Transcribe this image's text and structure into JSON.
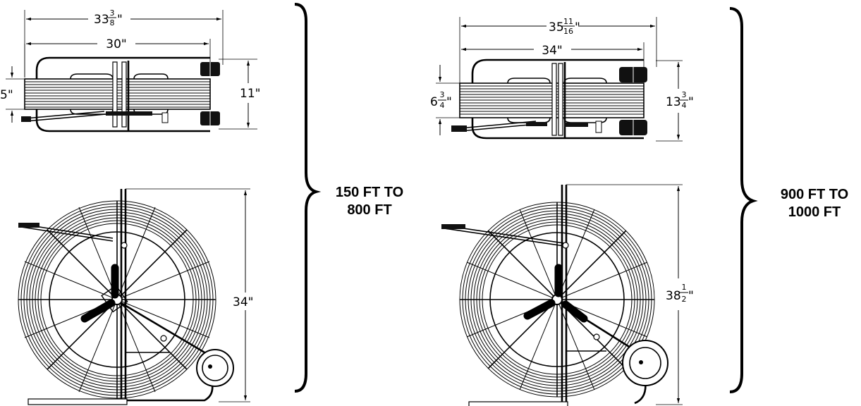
{
  "small_reel": {
    "top_view": {
      "overall_length": {
        "whole": "33",
        "num": "3",
        "den": "8",
        "unit": "\""
      },
      "frame_length": "30\"",
      "coil_width": "5\"",
      "overall_width": "11\""
    },
    "side_view": {
      "height": "34\""
    },
    "range_label": [
      "150 FT TO",
      "800 FT"
    ]
  },
  "large_reel": {
    "top_view": {
      "overall_length": {
        "whole": "35",
        "num": "11",
        "den": "16",
        "unit": "\""
      },
      "frame_length": "34\"",
      "coil_width": {
        "whole": "6",
        "num": "3",
        "den": "4",
        "unit": "\""
      },
      "overall_width": {
        "whole": "13",
        "num": "3",
        "den": "4",
        "unit": "\""
      }
    },
    "side_view": {
      "height": {
        "whole": "38",
        "num": "1",
        "den": "2",
        "unit": "\""
      }
    },
    "range_label": [
      "900 FT TO",
      "1000 FT"
    ]
  }
}
